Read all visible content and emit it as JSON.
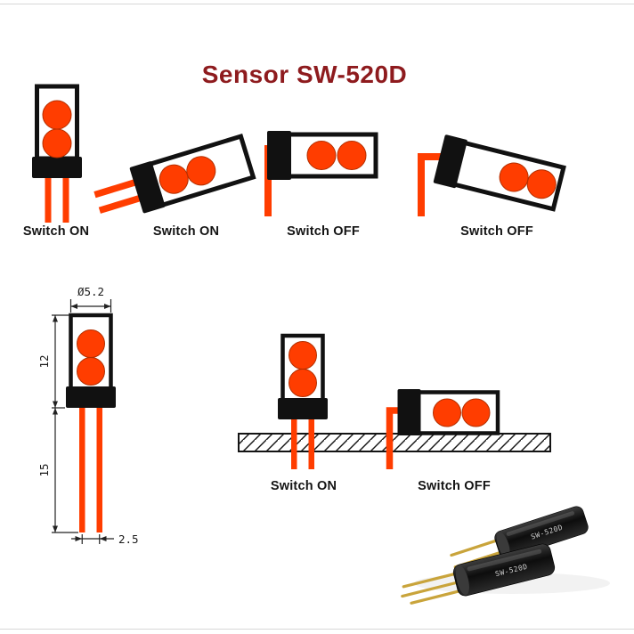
{
  "title": "Sensor SW-520D",
  "orientation_labels": [
    "Switch ON",
    "Switch ON",
    "Switch OFF",
    "Switch OFF"
  ],
  "mounted_labels": [
    "Switch ON",
    "Switch OFF"
  ],
  "dimensions": {
    "diameter": "Ø5.2",
    "body_length": "12",
    "lead_length": "15",
    "lead_pitch": "2.5"
  },
  "photo": {
    "marking": "SW-520D"
  },
  "colors": {
    "accent_orange": "#FF3D00",
    "ball_edge": "#B32F00",
    "title_red": "#8E1B1E",
    "outline_black": "#111111",
    "pin_gold": "#C9A43B"
  }
}
